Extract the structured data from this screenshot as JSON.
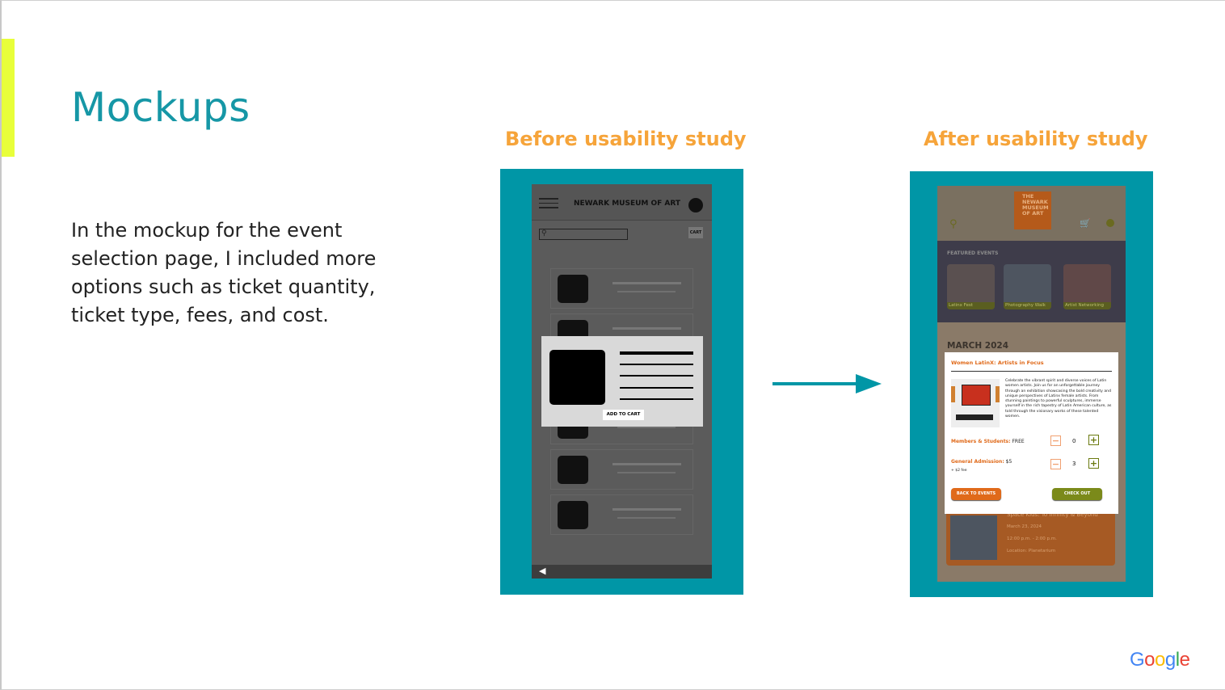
{
  "slide": {
    "title": "Mockups",
    "body": "In the mockup for the event selection page, I included more options such as ticket quantity, ticket type, fees, and cost.",
    "before_heading": "Before usability study",
    "after_heading": "After usability study",
    "brand": "Google",
    "colors": {
      "accent_bar": "#e8ff3a",
      "title": "#1697a6",
      "heading": "#f6a43a",
      "frame": "#0096a6"
    }
  },
  "before": {
    "header_title": "NEWARK MUSEUM OF ART",
    "cart_label": "CART",
    "add_to_cart": "ADD TO CART",
    "icons": [
      "menu-icon",
      "avatar",
      "search-icon",
      "back-icon"
    ]
  },
  "after": {
    "logo_text": "THE NEWARK MUSEUM OF ART",
    "featured_label": "FEATURED EVENTS",
    "featured_events": [
      "Latinx Fest",
      "Photography Walk",
      "Artist Networking"
    ],
    "month": "MARCH 2024",
    "background_event": {
      "title": "Space Kids: To Infinity & Beyond",
      "date": "March 23, 2024",
      "time": "12:00 p.m. - 2:00 p.m.",
      "location_label": "Location:",
      "location": "Planetarium"
    },
    "modal": {
      "title": "Women LatinX: Artists in Focus",
      "description": "Celebrate the vibrant spirit and diverse voices of Latin women artists. Join us for an unforgettable journey through an exhibition showcasing the bold creativity and unique perspectives of Latinx female artists. From stunning paintings to powerful sculptures, immerse yourself in the rich tapestry of Latin American culture, as told through the visionary works of these talented women.",
      "members_label": "Members & Students:",
      "members_price": "FREE",
      "members_qty": "0",
      "general_label": "General Admission:",
      "general_price": "$5",
      "general_fee": "+ $2 fee",
      "general_qty": "3",
      "back_button": "BACK TO EVENTS",
      "checkout_button": "CHECK OUT"
    }
  }
}
